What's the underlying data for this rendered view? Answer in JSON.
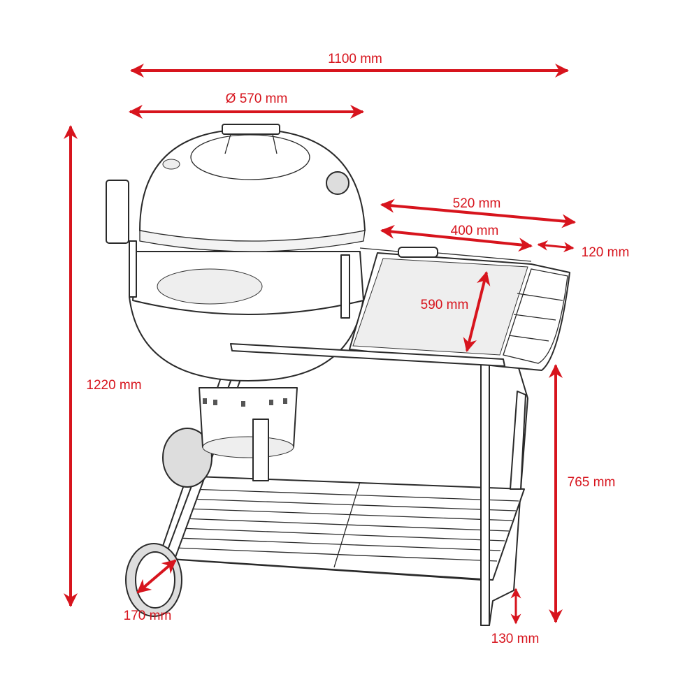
{
  "title": "Kettle grill dimensions",
  "accent_color": "#d7141d",
  "dimensions": {
    "total_width": "1100 mm",
    "kettle_diameter": "Ø 570 mm",
    "total_height": "1220 mm",
    "side_table_width": "520 mm",
    "side_table_inner_width": "400 mm",
    "side_table_shelf_width": "120 mm",
    "side_table_depth": "590 mm",
    "table_height": "765 mm",
    "lower_shelf_height": "130 mm",
    "wheel_diameter": "170 mm"
  }
}
